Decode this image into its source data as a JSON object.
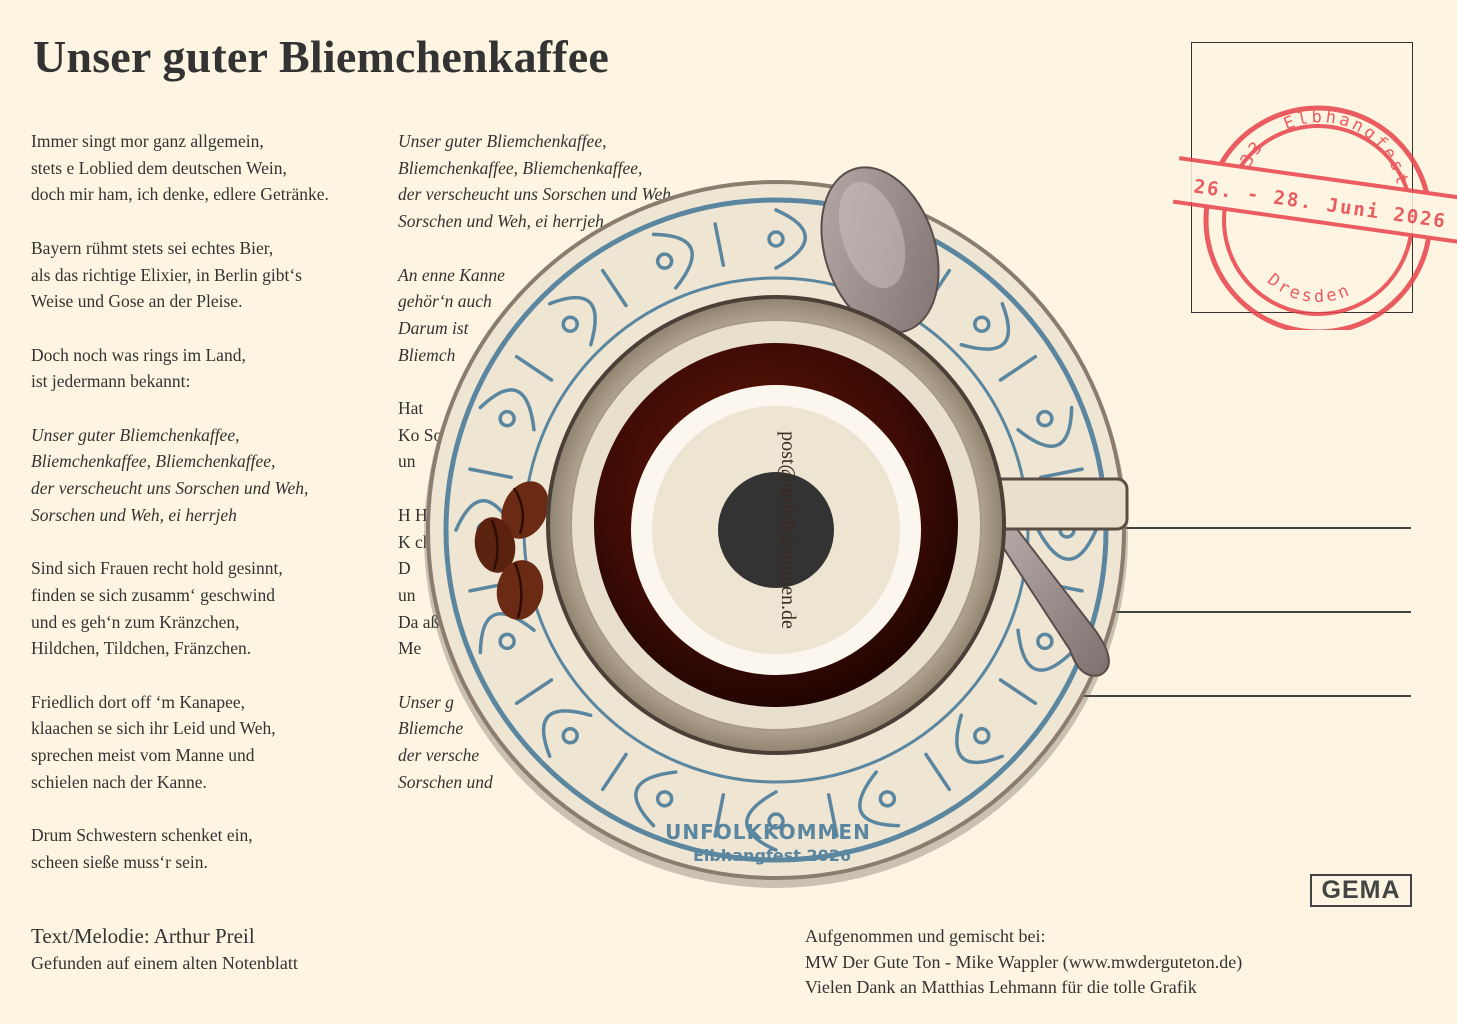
{
  "title": "Unser guter Bliemchenkaffee",
  "col1": [
    {
      "italic": false,
      "text": "Immer singt mor ganz allgemein,\nstets e Loblied dem deutschen Wein,\ndoch mir ham, ich denke, edlere Getränke."
    },
    {
      "italic": false,
      "text": "Bayern rühmt stets sei echtes Bier,\nals das richtige Elixier, in Berlin gibt‘s\nWeise und Gose an der Pleise."
    },
    {
      "italic": false,
      "text": "Doch noch was rings im Land,\nist jedermann bekannt:"
    },
    {
      "italic": true,
      "text": "Unser guter Bliemchenkaffee,\nBliemchenkaffee, Bliemchenkaffee,\nder verscheucht uns Sorschen und Weh,\nSorschen und Weh, ei herrjeh"
    },
    {
      "italic": false,
      "text": "Sind sich Frauen recht hold gesinnt,\nfinden se sich zusamm‘ geschwind\nund es geh‘n zum Kränzchen,\nHildchen, Tildchen, Fränzchen."
    },
    {
      "italic": false,
      "text": "Friedlich dort off ‘m Kanapee,\nklaachen se sich ihr Leid und Weh,\nsprechen meist vom Manne und\nschielen nach der Kanne."
    },
    {
      "italic": false,
      "text": "Drum Schwestern schenket ein,\nscheen sieße muss‘r sein."
    }
  ],
  "col2": [
    {
      "italic": true,
      "text": "Unser guter Bliemchenkaffee,\nBliemchenkaffee, Bliemchenkaffee,\nder verscheucht uns Sorschen und Weh,\nSorschen und Weh, ei herrjeh"
    },
    {
      "italic": true,
      "text": "An enne Kanne\ngehör‘n auch\nDarum ist\nBliemch"
    },
    {
      "italic": false,
      "text": "Hat\nKo                                  Sohn\nun"
    },
    {
      "italic": false,
      "text": "H                                      Herz,\nK                                    chmerz,\nD\nun\nDa                                  aß ne\nMe"
    },
    {
      "italic": true,
      "text": "Unser g\nBliemche\nder versche\nSorschen und"
    }
  ],
  "credits_left": {
    "line1": "Text/Melodie: Arthur Preil",
    "line2": "Gefunden auf einem alten Notenblatt"
  },
  "credits_right": {
    "line1": "Aufgenommen und gemischt bei:",
    "line2": "MW Der Gute Ton - Mike Wappler (www.mwderguteton.de)",
    "line3": "Vielen Dank an Matthias Lehmann für die tolle Grafik"
  },
  "stamp": {
    "top_text": "33. Elbhangfest",
    "date_text": "26. - 28. Juni 2026",
    "bottom_text": "Dresden",
    "color": "#e8424a"
  },
  "disc": {
    "band": "UNFOLKKOMMEN",
    "event": "Elbhangfest 2026",
    "label_text": "post@unfolkkommen.de",
    "accent": "#5b86a0"
  },
  "gema": "GEMA"
}
